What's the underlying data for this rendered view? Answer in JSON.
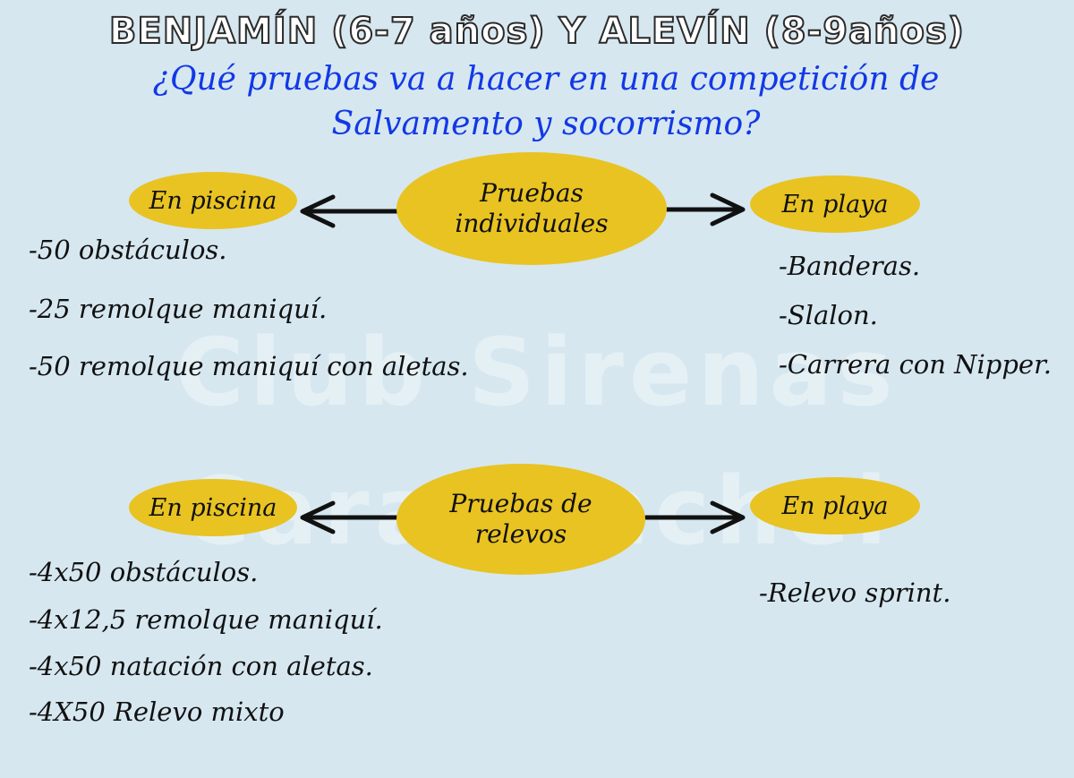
{
  "title": "BENJAMÍN (6-7 años) Y ALEVÍN (8-9años)",
  "question_line1": "¿Qué pruebas va a hacer en una competición de",
  "question_line2": "Salvamento y socorrismo?",
  "watermark_line1": "Club Sirenas",
  "watermark_line2": "Carabanchel",
  "colors": {
    "background": "#d6e7f0",
    "ellipse": "#e8c322",
    "question": "#1238e6"
  },
  "individual": {
    "center_line1": "Pruebas",
    "center_line2": "individuales",
    "left_label": "En piscina",
    "right_label": "En playa",
    "left_items": [
      "-50 obstáculos.",
      "-25 remolque maniquí.",
      "-50 remolque maniquí con aletas."
    ],
    "right_items": [
      "-Banderas.",
      "-Slalon.",
      "-Carrera con Nipper."
    ]
  },
  "relay": {
    "center_line1": "Pruebas de",
    "center_line2": "relevos",
    "left_label": "En piscina",
    "right_label": "En playa",
    "left_items": [
      "-4x50 obstáculos.",
      "-4x12,5 remolque maniquí.",
      "-4x50 natación con aletas.",
      "-4X50 Relevo mixto"
    ],
    "right_items": [
      "-Relevo sprint."
    ]
  }
}
